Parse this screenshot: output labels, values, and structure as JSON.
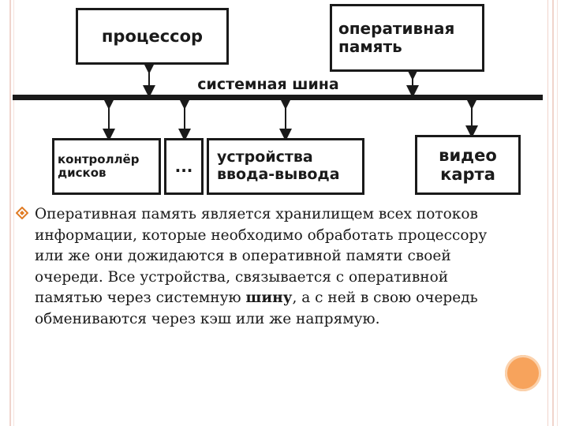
{
  "diagram": {
    "cpu_label": "процессор",
    "ram_line1": "оперативная",
    "ram_line2": "память",
    "bus_label": "системная шина",
    "disk_line1": "контроллёр",
    "disk_line2": "дисков",
    "dots_label": "...",
    "io_line1": "устройства",
    "io_line2": "ввода-вывода",
    "video_line1": "видео",
    "video_line2": "карта"
  },
  "text": {
    "bullet_icon": "orange-diamond-bullet",
    "part1": "Оперативная память является хранилищем всех потоков информации, которые необходимо обработать процессору или же они дожидаются в оперативной памяти своей очереди. Все устройства, связывается с оперативной памятью через системную ",
    "bold_word": "шину",
    "part2": ", а с ней в свою очередь обмениваются через кэш или же напрямую."
  },
  "colors": {
    "accent": "#e07b24",
    "circle": "#f7a35c",
    "frame": "#f0d4cc"
  }
}
